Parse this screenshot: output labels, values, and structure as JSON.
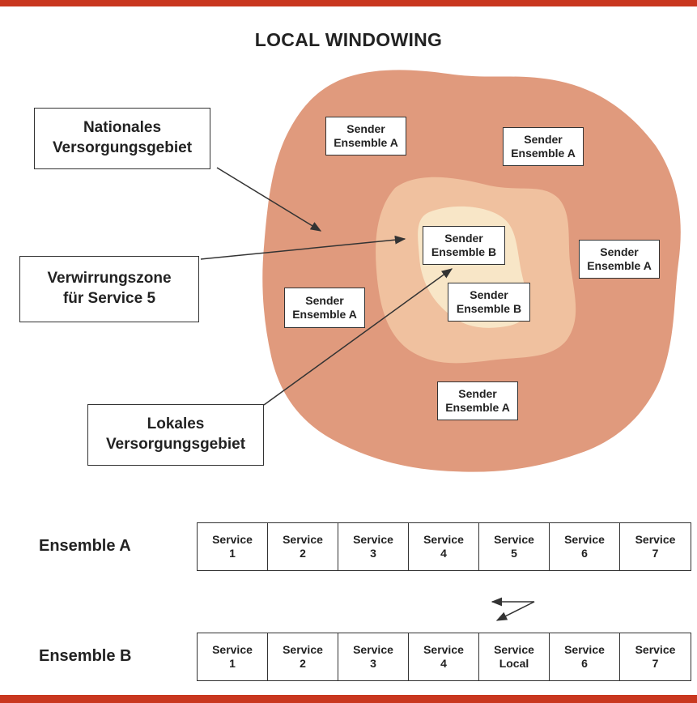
{
  "title": "LOCAL WINDOWING",
  "colors": {
    "frame": "#c9371f",
    "national_area": "#e09a7d",
    "confusion_zone": "#f0c19f",
    "local_area": "#f8e6c7",
    "arrow": "#333333"
  },
  "callouts": {
    "national": [
      "Nationales",
      "Versorgungsgebiet"
    ],
    "confusion": [
      "Verwirrungszone",
      "für Service 5"
    ],
    "local": [
      "Lokales",
      "Versorgungsgebiet"
    ]
  },
  "senders": [
    [
      "Sender",
      "Ensemble A"
    ],
    [
      "Sender",
      "Ensemble A"
    ],
    [
      "Sender",
      "Ensemble B"
    ],
    [
      "Sender",
      "Ensemble A"
    ],
    [
      "Sender",
      "Ensemble B"
    ],
    [
      "Sender",
      "Ensemble A"
    ],
    [
      "Sender",
      "Ensemble A"
    ]
  ],
  "ensemble_a": {
    "label": "Ensemble A",
    "services": [
      [
        "Service",
        "1"
      ],
      [
        "Service",
        "2"
      ],
      [
        "Service",
        "3"
      ],
      [
        "Service",
        "4"
      ],
      [
        "Service",
        "5"
      ],
      [
        "Service",
        "6"
      ],
      [
        "Service",
        "7"
      ]
    ]
  },
  "ensemble_b": {
    "label": "Ensemble B",
    "services": [
      [
        "Service",
        "1"
      ],
      [
        "Service",
        "2"
      ],
      [
        "Service",
        "3"
      ],
      [
        "Service",
        "4"
      ],
      [
        "Service",
        "Local"
      ],
      [
        "Service",
        "6"
      ],
      [
        "Service",
        "7"
      ]
    ]
  }
}
